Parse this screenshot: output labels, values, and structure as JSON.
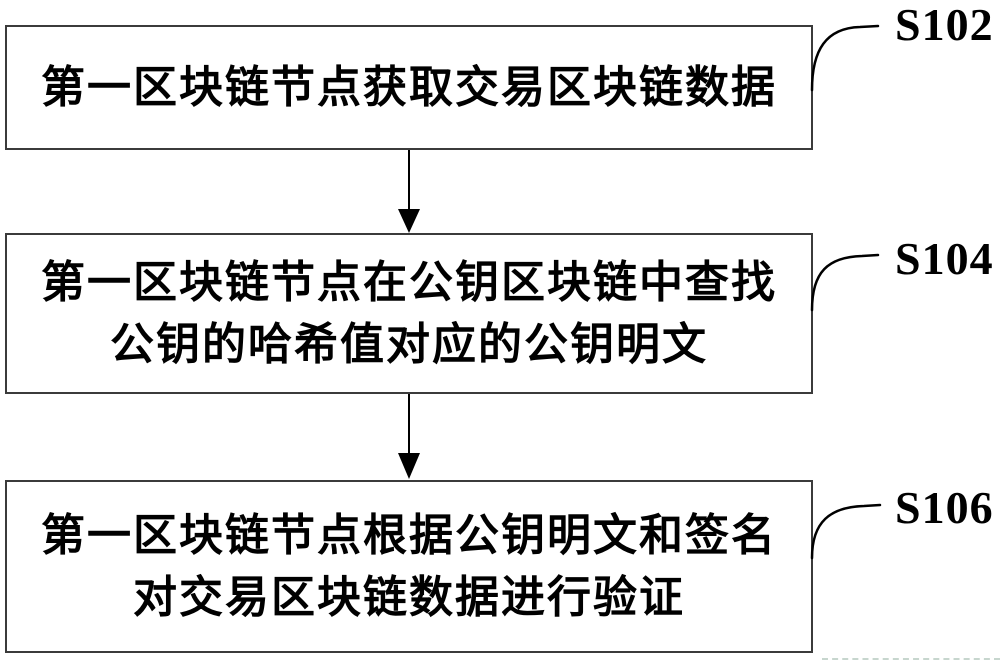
{
  "figure": {
    "kind": "flowchart",
    "background_color": "#ffffff",
    "box_border_color": "#3b3b3b",
    "text_color": "#000000",
    "connector_color": "#000000"
  },
  "boxes": [
    {
      "id": "box-1",
      "step": "S102",
      "lines": [
        "第一区块链节点获取交易区块链数据"
      ]
    },
    {
      "id": "box-2",
      "step": "S104",
      "lines": [
        "第一区块链节点在公钥区块链中查找",
        "公钥的哈希值对应的公钥明文"
      ]
    },
    {
      "id": "box-3",
      "step": "S106",
      "lines": [
        "第一区块链节点根据公钥明文和签名",
        "对交易区块链数据进行验证"
      ]
    }
  ],
  "steps": [
    {
      "label": "S102"
    },
    {
      "label": "S104"
    },
    {
      "label": "S106"
    }
  ]
}
